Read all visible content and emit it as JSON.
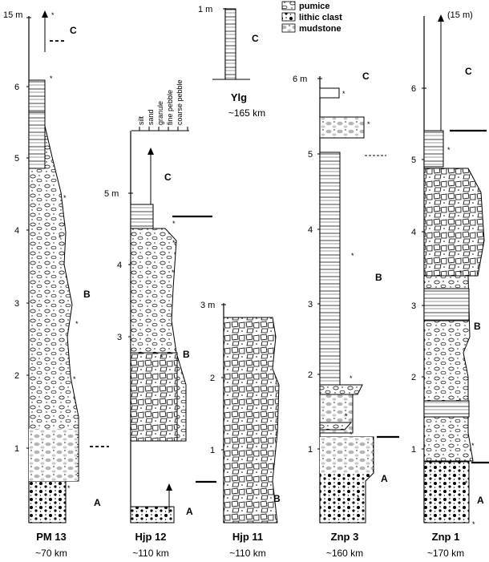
{
  "legend": {
    "pumice": "pumice",
    "lithic": "lithic clast",
    "mudstone": "mudstone"
  },
  "grain_scale": [
    "silt",
    "sand",
    "granule",
    "fine pebble",
    "coarse pebble"
  ],
  "sections": [
    {
      "name": "PM 13",
      "distance": "~70 km",
      "ticks": [
        {
          "value": "1",
          "label": "1"
        },
        {
          "value": "2",
          "label": "2"
        },
        {
          "value": "3",
          "label": "3"
        },
        {
          "value": "4",
          "label": "4"
        },
        {
          "value": "5",
          "label": "5"
        },
        {
          "value": "6",
          "label": "6"
        },
        {
          "value": "15",
          "label": "15 m"
        }
      ],
      "units": [
        {
          "id": "A",
          "label": "A",
          "from_m": 0,
          "to_m": 0.6,
          "lithology": "lithic"
        },
        {
          "id": "B",
          "label": "B",
          "from_m": 0.6,
          "to_m": 6.1,
          "lithology": "pumice"
        },
        {
          "id": "C",
          "label": "C",
          "from_m": 6.1,
          "to_m": 6.8,
          "lithology": "mudstone"
        }
      ]
    },
    {
      "name": "Hjp 12",
      "distance": "~110 km",
      "ticks": [
        {
          "value": "3",
          "label": "3"
        },
        {
          "value": "4",
          "label": "4"
        },
        {
          "value": "5",
          "label": "5 m"
        }
      ],
      "units": [
        {
          "id": "A",
          "label": "A"
        },
        {
          "id": "B",
          "label": "B"
        },
        {
          "id": "C",
          "label": "C"
        }
      ]
    },
    {
      "name": "Hjp 11",
      "distance": "~110 km",
      "ticks": [
        {
          "value": "1",
          "label": "1"
        },
        {
          "value": "2",
          "label": "2"
        },
        {
          "value": "3",
          "label": "3 m"
        }
      ],
      "units": [
        {
          "id": "B",
          "label": "B"
        }
      ]
    },
    {
      "name": "Ylg",
      "distance": "~165 km",
      "ticks": [
        {
          "value": "1",
          "label": "1 m"
        }
      ],
      "units": [
        {
          "id": "C",
          "label": "C"
        }
      ]
    },
    {
      "name": "Znp 3",
      "distance": "~160 km",
      "ticks": [
        {
          "value": "1",
          "label": "1"
        },
        {
          "value": "2",
          "label": "2"
        },
        {
          "value": "3",
          "label": "3"
        },
        {
          "value": "4",
          "label": "4"
        },
        {
          "value": "5",
          "label": "5"
        },
        {
          "value": "6",
          "label": "6 m"
        }
      ],
      "units": [
        {
          "id": "A",
          "label": "A"
        },
        {
          "id": "B",
          "label": "B"
        },
        {
          "id": "C",
          "label": "C"
        }
      ]
    },
    {
      "name": "Znp 1",
      "distance": "~170 km",
      "ticks": [
        {
          "value": "1",
          "label": "1"
        },
        {
          "value": "2",
          "label": "2"
        },
        {
          "value": "3",
          "label": "3"
        },
        {
          "value": "4",
          "label": "4"
        },
        {
          "value": "5",
          "label": "5"
        },
        {
          "value": "6",
          "label": "6"
        },
        {
          "value": "15",
          "label": "(15 m)"
        }
      ],
      "units": [
        {
          "id": "A",
          "label": "A"
        },
        {
          "id": "B",
          "label": "B"
        },
        {
          "id": "C",
          "label": "C"
        }
      ]
    }
  ],
  "marker": "*"
}
